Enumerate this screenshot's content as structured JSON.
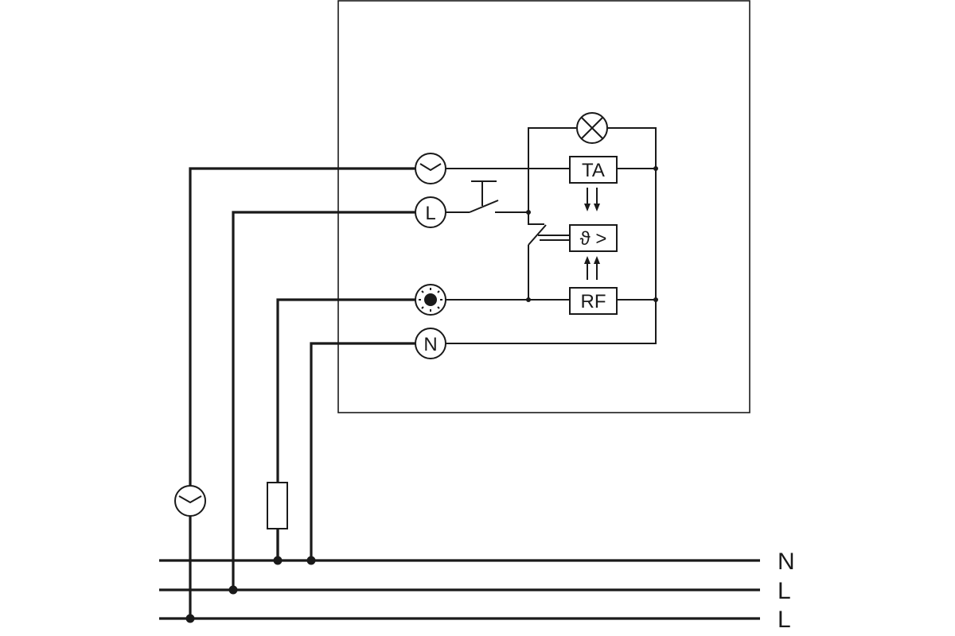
{
  "terminals": {
    "timer": {
      "icon": "clock-icon"
    },
    "live": {
      "label": "L"
    },
    "output": {
      "icon": "lamp-indicator-icon"
    },
    "neutral": {
      "label": "N"
    }
  },
  "internal": {
    "indicator_lamp": {
      "icon": "lamp-cross-icon"
    },
    "ta_box": {
      "label": "TA"
    },
    "thermo_box": {
      "label": "ϑ >"
    },
    "rf_box": {
      "label": "RF"
    }
  },
  "external": {
    "timer": {
      "icon": "clock-icon"
    },
    "load": {
      "icon": "resistor-icon"
    }
  },
  "bus": {
    "lines": [
      {
        "label": "N"
      },
      {
        "label": "L"
      },
      {
        "label": "L"
      }
    ]
  },
  "colors": {
    "line": "#1a1a1a",
    "background": "#ffffff"
  }
}
